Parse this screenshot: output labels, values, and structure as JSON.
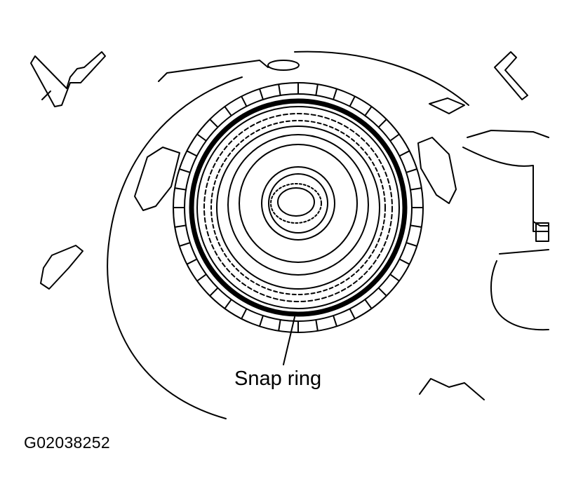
{
  "diagram": {
    "callout": "Snap ring",
    "figure_id": "G02038252",
    "colors": {
      "line": "#000000",
      "background": "#ffffff"
    },
    "icons": [
      "snap-ring-illustration"
    ]
  }
}
